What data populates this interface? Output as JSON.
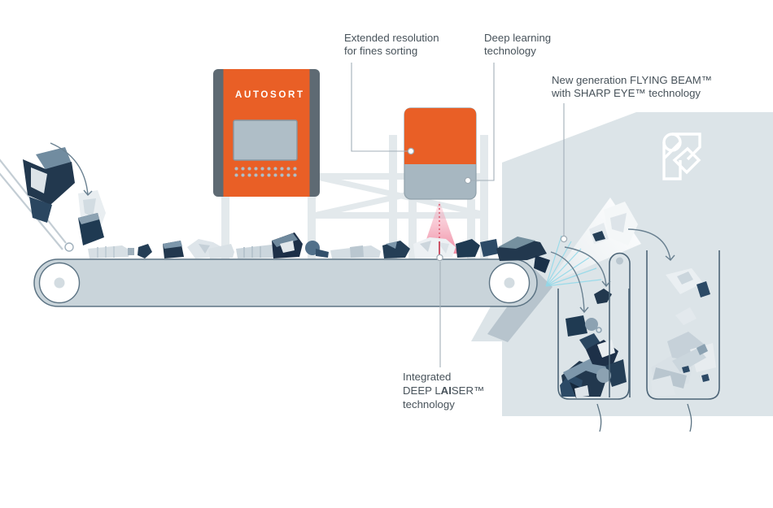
{
  "machine": {
    "title": "AUTOSORT"
  },
  "labels": {
    "extended_resolution": {
      "line1": "Extended resolution",
      "line2": "for fines sorting"
    },
    "deep_learning": {
      "line1": "Deep learning",
      "line2": "technology"
    },
    "flying_beam": {
      "line1": "New generation FLYING BEAM™",
      "line2": "with SHARP EYE™ technology"
    },
    "deep_laiser": {
      "line1": "Integrated",
      "line2_pre": "DEEP L",
      "line2_ai": "AI",
      "line2_post": "SER™",
      "line3": "technology"
    }
  },
  "colors": {
    "orange": "#E95F26",
    "machine_side_gray": "#5E6A73",
    "panel": "#DCE4E8",
    "belt_fill": "#C9D4DA",
    "belt_stroke": "#5D7484",
    "frame": "#E3E9EC",
    "laser_pink": "#EF8FA6",
    "laser_line_red": "#D14B5F",
    "beam_cyan": "#8FD9EA",
    "item_navy": "#22384E",
    "item_slate": "#7D97AB",
    "bin_stroke": "#4D6577",
    "label_text": "#47525A"
  }
}
